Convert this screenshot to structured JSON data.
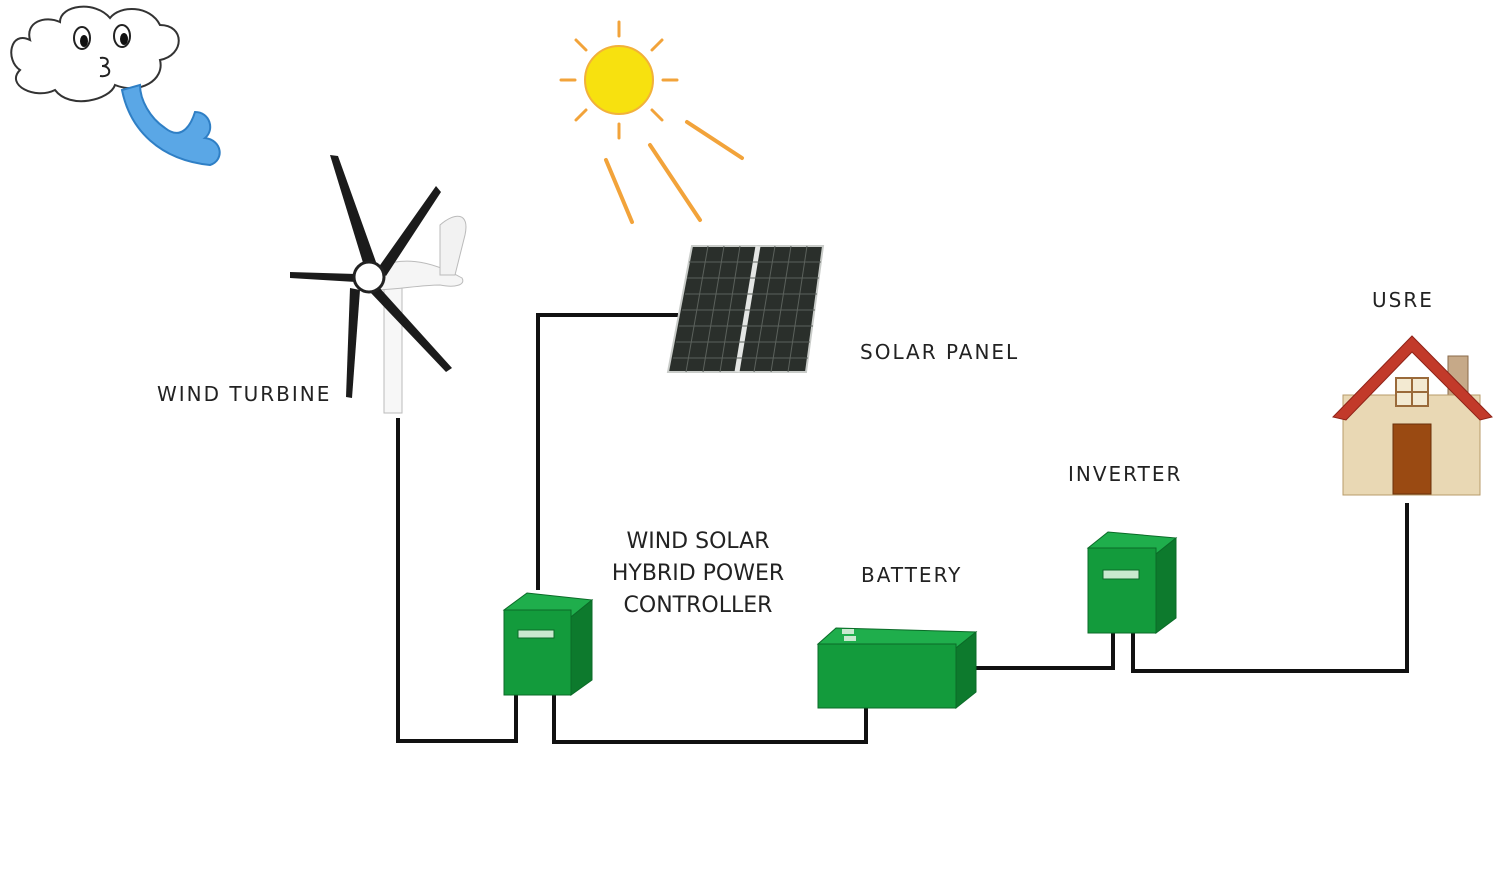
{
  "labels": {
    "wind_turbine": "WIND TURBINE",
    "solar_panel": "SOLAR PANEL",
    "user": "USRE",
    "inverter": "INVERTER",
    "battery": "BATTERY",
    "controller_line1": "WIND SOLAR",
    "controller_line2": "HYBRID POWER",
    "controller_line3": "CONTROLLER"
  },
  "colors": {
    "box_green": "#139b3c",
    "box_top": "#1fae4c",
    "box_side": "#0d7a2d",
    "wire": "#111111",
    "sun": "#f7e10f",
    "sun_rays": "#f2a33a",
    "wind_swirl": "#5aa7e6",
    "roof": "#c23a2a",
    "wall": "#e9d8b4",
    "door": "#9a4a12"
  }
}
